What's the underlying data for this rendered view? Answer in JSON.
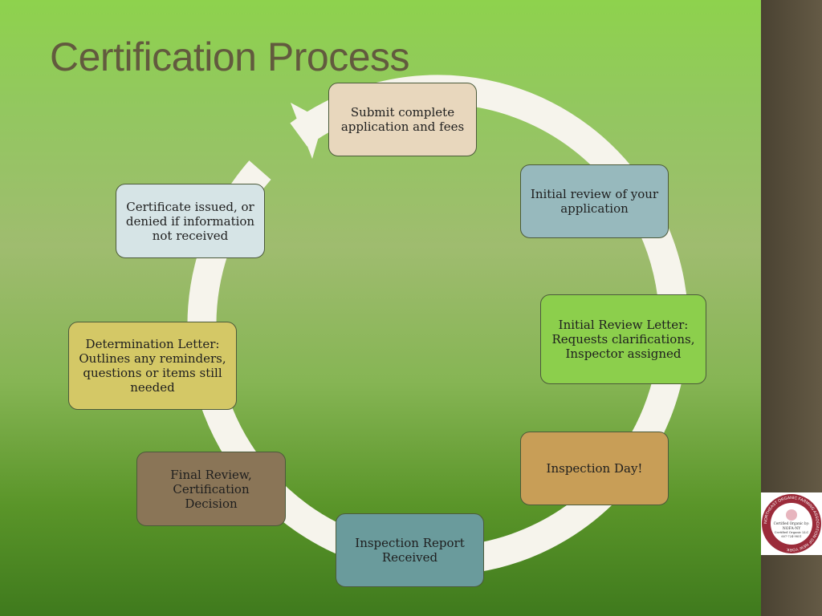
{
  "title": "Certification Process",
  "colors": {
    "arrow": "#f6f4ec",
    "step_submit": "#e8d7bd",
    "step_initial_review": "#97b9bd",
    "step_review_letter": "#8ccf4c",
    "step_inspection_day": "#c89e57",
    "step_inspection_report": "#6a9b9c",
    "step_final_review": "#8a7557",
    "step_determination": "#d4c866",
    "step_certificate": "#d6e4e6"
  },
  "steps": [
    {
      "id": "submit",
      "label": "Submit complete\napplication and fees"
    },
    {
      "id": "initial-review",
      "label": "Initial review of your\napplication"
    },
    {
      "id": "review-letter",
      "label": "Initial Review Letter:\nRequests clarifications,\nInspector assigned"
    },
    {
      "id": "inspection-day",
      "label": "Inspection Day!"
    },
    {
      "id": "inspection-report",
      "label": "Inspection Report\nReceived"
    },
    {
      "id": "final-review",
      "label": "Final Review,\nCertification Decision"
    },
    {
      "id": "determination",
      "label": "Determination Letter:\nOutlines any reminders,\nquestions or items still\nneeded"
    },
    {
      "id": "certificate",
      "label": "Certificate issued, or\ndenied if information\nnot received"
    }
  ],
  "logo": {
    "outer_text": "NORTHEAST ORGANIC FARMING ASSOCIATION OF NEW YORK",
    "line1": "Certified Organic by:",
    "line2": "NOFA-NY",
    "line3": "Certified Organic LLC",
    "line4": "607-724-9851"
  }
}
